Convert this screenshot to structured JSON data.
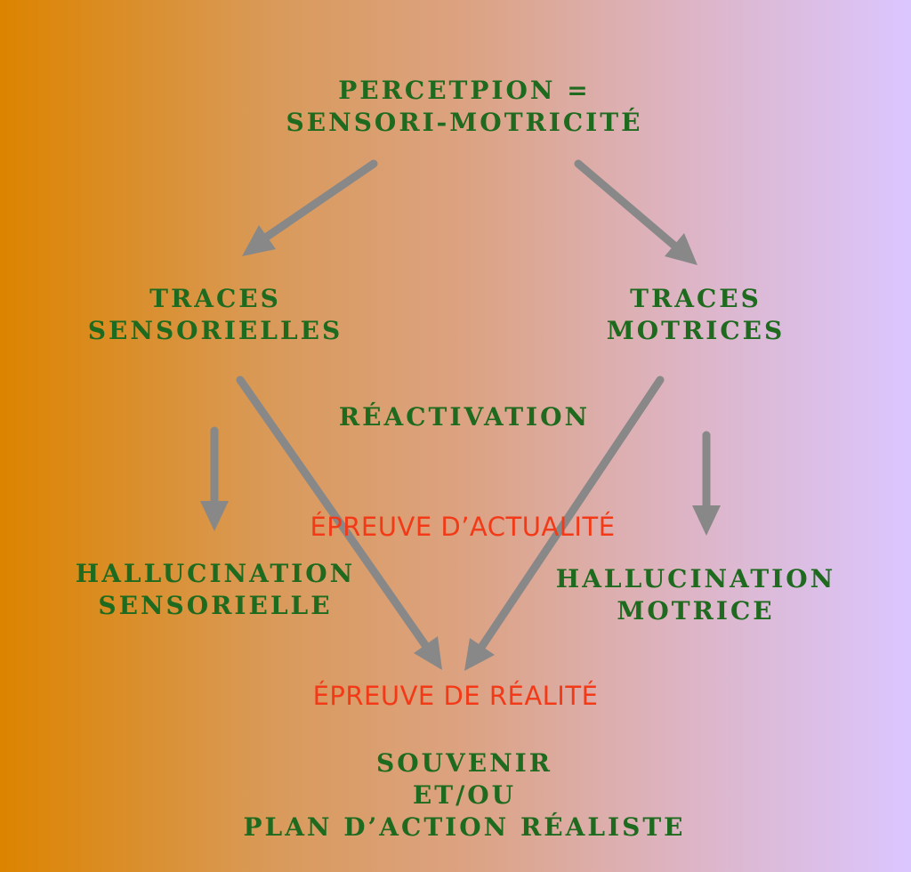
{
  "diagram": {
    "perception": [
      "PERCETPION =",
      "SENSORI-MOTRICITÉ"
    ],
    "traces_sensorielles": [
      "TRACES",
      "SENSORIELLES"
    ],
    "traces_motrices": [
      "TRACES",
      "MOTRICES"
    ],
    "reactivation": "RÉACTIVATION",
    "epreuve_actualite": "ÉPREUVE D’ACTUALITÉ",
    "hallucination_sensorielle": [
      "HALLUCINATION",
      "SENSORIELLE"
    ],
    "hallucination_motrice": [
      "HALLUCINATION",
      "MOTRICE"
    ],
    "epreuve_realite": "ÉPREUVE DE RÉALITÉ",
    "souvenir": [
      "SOUVENIR",
      "ET/OU",
      "PLAN D’ACTION RÉALISTE"
    ]
  },
  "colors": {
    "label": "#1e6a1f",
    "test_label": "#f23a18",
    "arrow": "#888888"
  }
}
